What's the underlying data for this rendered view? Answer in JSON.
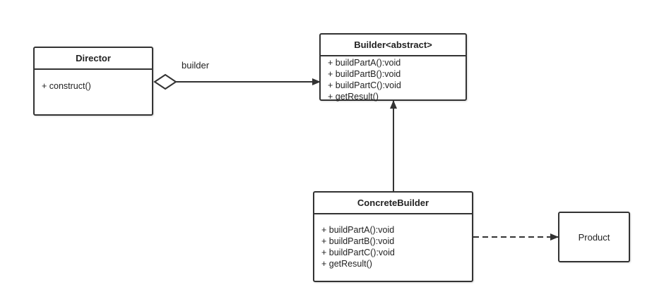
{
  "director": {
    "name": "Director",
    "members": [
      "+ construct()"
    ]
  },
  "builder": {
    "name": "Builder<abstract>",
    "members": [
      "+ buildPartA():void",
      "+ buildPartB():void",
      "+ buildPartC():void",
      "+ getResult()"
    ]
  },
  "concrete_builder": {
    "name": "ConcreteBuilder",
    "members": [
      "+ buildPartA():void",
      "+ buildPartB():void",
      "+ buildPartC():void",
      "+ getResult()"
    ]
  },
  "product": {
    "name": "Product"
  },
  "edges": {
    "aggregation_label": "builder"
  },
  "colors": {
    "stroke": "#333333",
    "background": "#ffffff"
  }
}
